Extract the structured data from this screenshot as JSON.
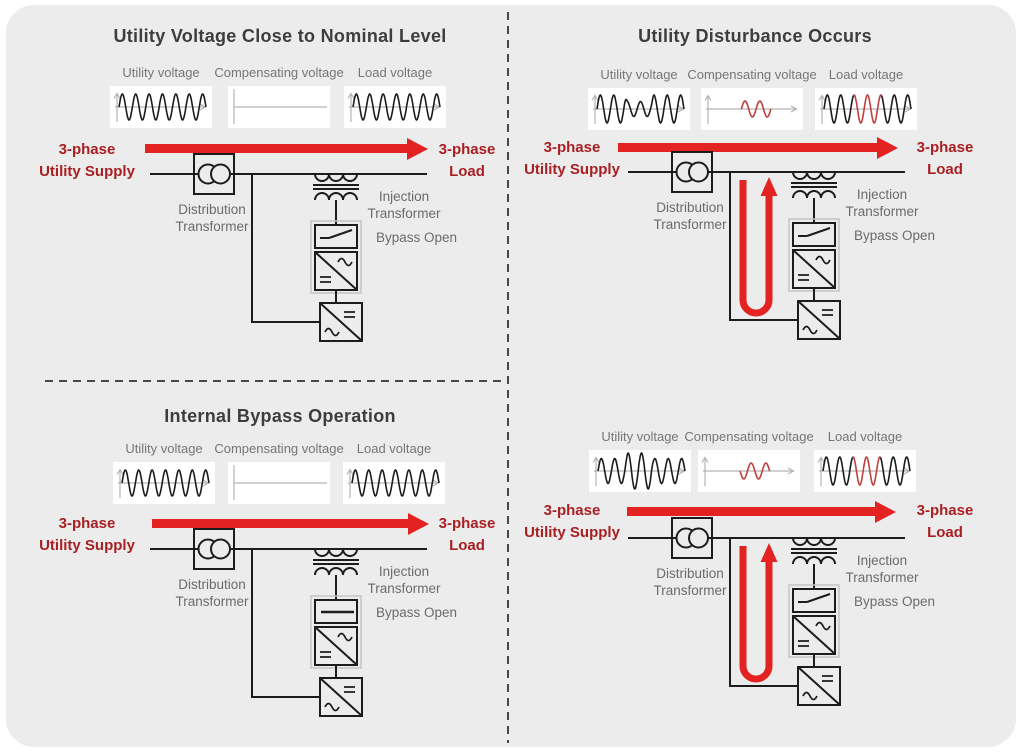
{
  "colors": {
    "page_bg": "#ffffff",
    "panel_bg": "#ececec",
    "divider_gray": "#474747",
    "title_text": "#3d3d3d",
    "label_gray": "#767676",
    "circuit_label_gray": "#6b6b6b",
    "flow_red_text": "#a82023",
    "arrow_red": "#e32222",
    "wave_red": "#c04040",
    "wave_black": "#1c1c1c",
    "line_black": "#1c1c1c",
    "axis_gray": "#b3b3b3"
  },
  "shared": {
    "supply_label_line1": "3-phase",
    "supply_label_line2": "Utility Supply",
    "load_label_line1": "3-phase",
    "load_label_line2": "Load",
    "circuit": {
      "distribution_line1": "Distribution",
      "distribution_line2": "Transformer",
      "injection_line1": "Injection",
      "injection_line2": "Transformer",
      "bypass": "Bypass Open"
    }
  },
  "quadrants": [
    {
      "id": "top-left",
      "title": "Utility Voltage Close to Nominal Level",
      "bypass_switch": "open",
      "compensation_path": false,
      "waveforms": [
        {
          "label": "Utility voltage",
          "type": "sine"
        },
        {
          "label": "Compensating voltage",
          "type": "flat"
        },
        {
          "label": "Load voltage",
          "type": "sine"
        }
      ]
    },
    {
      "id": "top-right",
      "title": "Utility Disturbance Occurs",
      "bypass_switch": "open",
      "compensation_path": true,
      "waveforms": [
        {
          "label": "Utility voltage",
          "type": "sine_sag"
        },
        {
          "label": "Compensating voltage",
          "type": "comp_up"
        },
        {
          "label": "Load voltage",
          "type": "sine_comp"
        }
      ]
    },
    {
      "id": "bottom-left",
      "title": "Internal Bypass Operation",
      "bypass_switch": "closed",
      "compensation_path": false,
      "waveforms": [
        {
          "label": "Utility voltage",
          "type": "sine"
        },
        {
          "label": "Compensating voltage",
          "type": "flat"
        },
        {
          "label": "Load voltage",
          "type": "sine"
        }
      ]
    },
    {
      "id": "bottom-right",
      "title": "",
      "bypass_switch": "open",
      "compensation_path": true,
      "waveforms": [
        {
          "label": "Utility voltage",
          "type": "sine_swell"
        },
        {
          "label": "Compensating voltage",
          "type": "comp_down"
        },
        {
          "label": "Load voltage",
          "type": "sine_comp"
        }
      ]
    }
  ]
}
